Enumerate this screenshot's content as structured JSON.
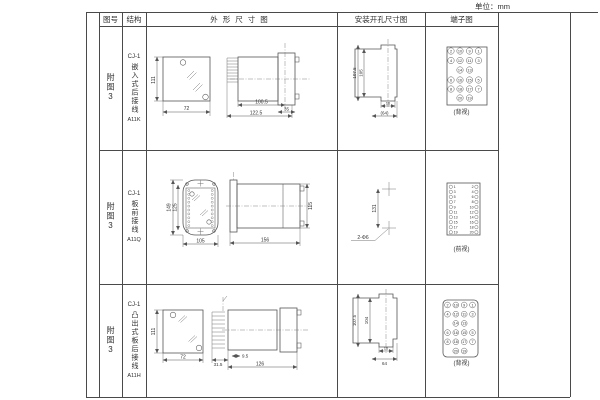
{
  "unit_label": "单位：mm",
  "header": {
    "figure": "图号",
    "structure": "结构",
    "outline": "外形尺寸图",
    "mounting": "安装开孔尺寸图",
    "terminal": "端子图"
  },
  "rows": [
    {
      "figure": "附图3",
      "model": "CJ-1",
      "structure": "嵌入式后接线",
      "code": "A11K",
      "outline_dims": {
        "front_height": "111",
        "front_width": "72",
        "body_depth": "100.5",
        "total_depth": "122.5",
        "flange_depth": "35"
      },
      "mounting_dims": {
        "outer_height": "107.5",
        "inner_height": "105",
        "tab_width": "16",
        "width": "(64)"
      },
      "terminal": {
        "view_label": "(背视)",
        "layout": "grid",
        "grid": [
          [
            "2",
            "10",
            "9",
            "1"
          ],
          [
            "4",
            "12",
            "11",
            "3"
          ],
          [
            "",
            "14",
            "13",
            ""
          ],
          [
            "6",
            "16",
            "15",
            "5"
          ],
          [
            "8",
            "18",
            "17",
            "7"
          ],
          [
            "",
            "20",
            "19",
            ""
          ]
        ]
      }
    },
    {
      "figure": "附图3",
      "model": "CJ-1",
      "structure": "板前接线",
      "code": "A11Q",
      "outline_dims": {
        "flange_height": "149",
        "body_height": "125",
        "flange_width": "105",
        "depth": "156",
        "side_height": "115"
      },
      "mounting_dims": {
        "hole_spacing": "131",
        "hole_label": "2-Φ6"
      },
      "terminal": {
        "view_label": "(前视)",
        "layout": "dual",
        "left": [
          "1",
          "3",
          "5",
          "7",
          "9",
          "11",
          "13",
          "15",
          "17",
          "19"
        ],
        "right": [
          "2",
          "4",
          "6",
          "8",
          "10",
          "12",
          "14",
          "16",
          "18",
          "20"
        ]
      }
    },
    {
      "figure": "附图3",
      "model": "CJ-1",
      "structure": "凸出式板后接线",
      "code": "A11H",
      "outline_dims": {
        "front_height": "111",
        "front_width": "72",
        "fin_depth": "31.5",
        "offset": "9.5",
        "depth": "126"
      },
      "mounting_dims": {
        "outer_height": "107.5",
        "inner_height": "104",
        "tab_width": "16",
        "width": "64"
      },
      "terminal": {
        "view_label": "(背视)",
        "layout": "grid",
        "grid": [
          [
            "2",
            "10",
            "9",
            "1"
          ],
          [
            "4",
            "12",
            "11",
            "3"
          ],
          [
            "",
            "14",
            "13",
            ""
          ],
          [
            "6",
            "16",
            "15",
            "5"
          ],
          [
            "8",
            "18",
            "17",
            "7"
          ],
          [
            "",
            "20",
            "19",
            ""
          ]
        ]
      }
    }
  ],
  "colors": {
    "line": "#4a4a4a",
    "drawing": "#555555",
    "text": "#2f2f2f",
    "bg": "#ffffff"
  }
}
